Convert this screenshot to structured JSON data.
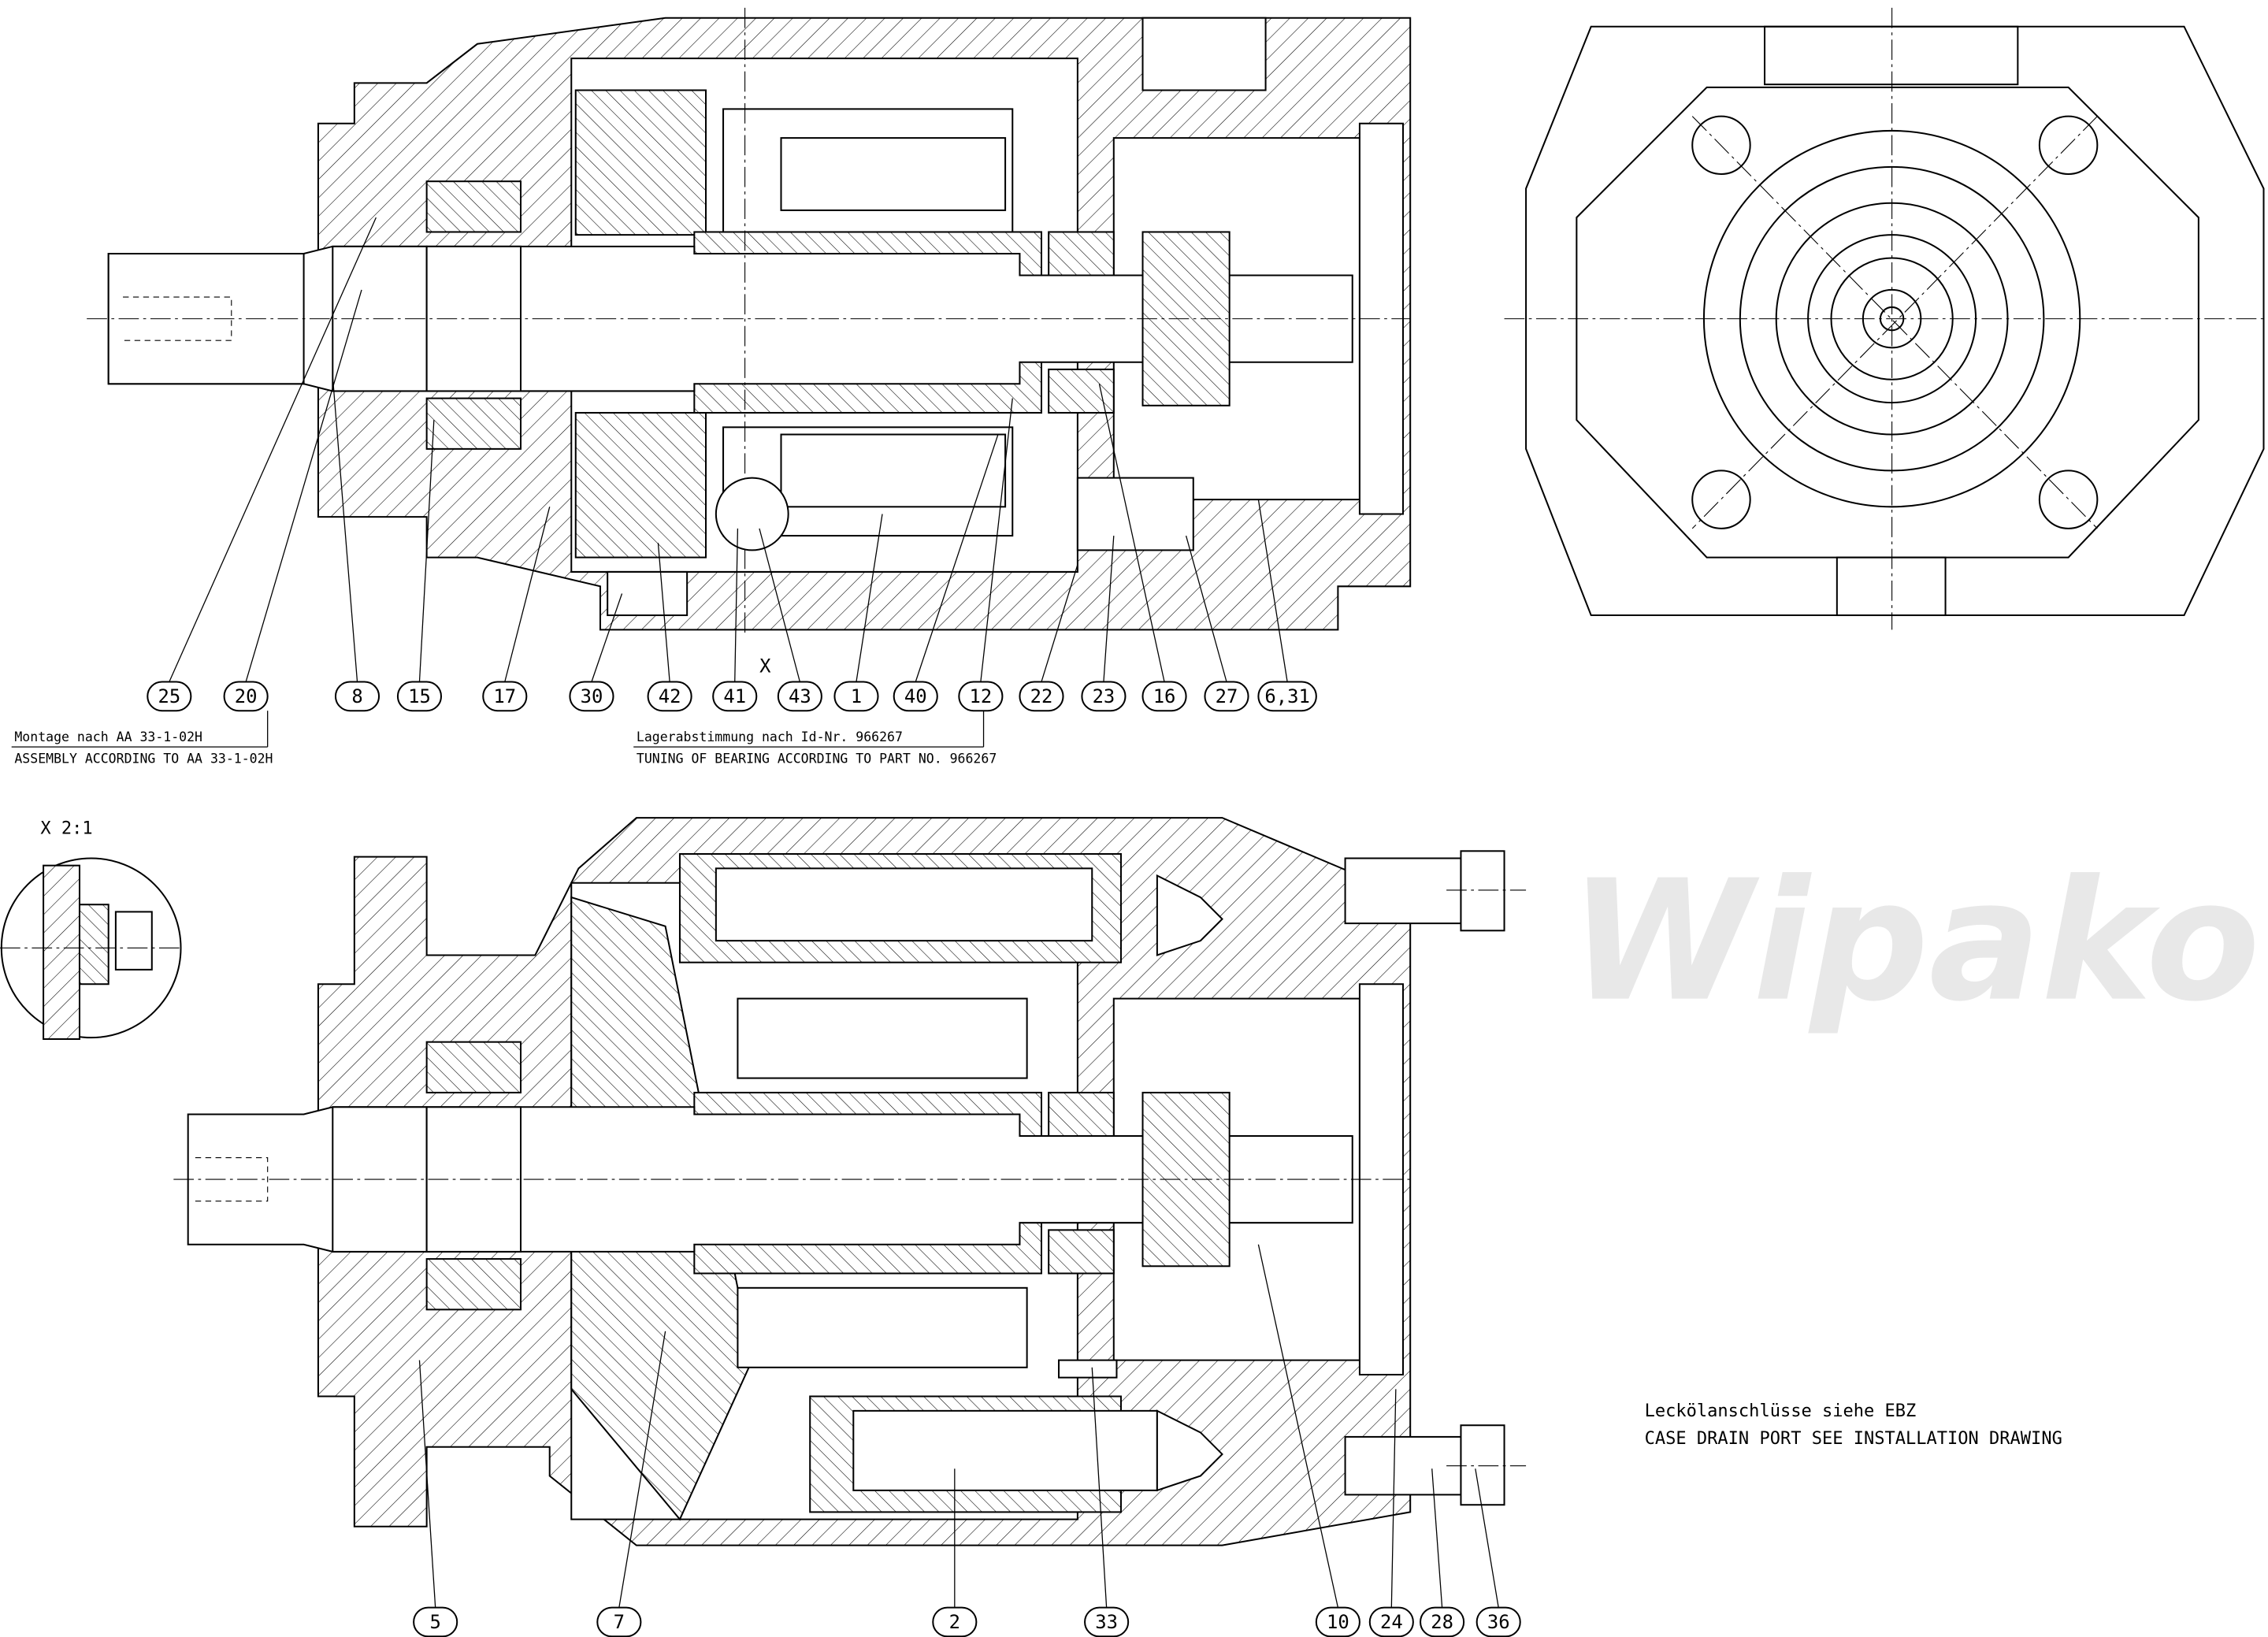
{
  "watermark": "Wipako",
  "top_section": {
    "callouts": [
      "25",
      "20",
      "8",
      "15",
      "17",
      "30",
      "42",
      "41",
      "43",
      "1",
      "40",
      "12",
      "22",
      "23",
      "16",
      "27",
      "6,31"
    ],
    "detail_marker": "X",
    "note_assembly_de": "Montage nach AA 33-1-02H",
    "note_assembly_en": "ASSEMBLY ACCORDING TO AA 33-1-02H",
    "note_bearing_de": "Lagerabstimmung nach Id-Nr. 966267",
    "note_bearing_en": "TUNING OF BEARING ACCORDING TO PART NO. 966267"
  },
  "detail_view": {
    "title": "X 2:1"
  },
  "bottom_section": {
    "callouts": [
      "5",
      "7",
      "2",
      "33",
      "10",
      "24",
      "28",
      "36"
    ],
    "note_drain_de": "Leckölanschlüsse siehe EBZ",
    "note_drain_en": "CASE DRAIN PORT SEE INSTALLATION DRAWING"
  }
}
